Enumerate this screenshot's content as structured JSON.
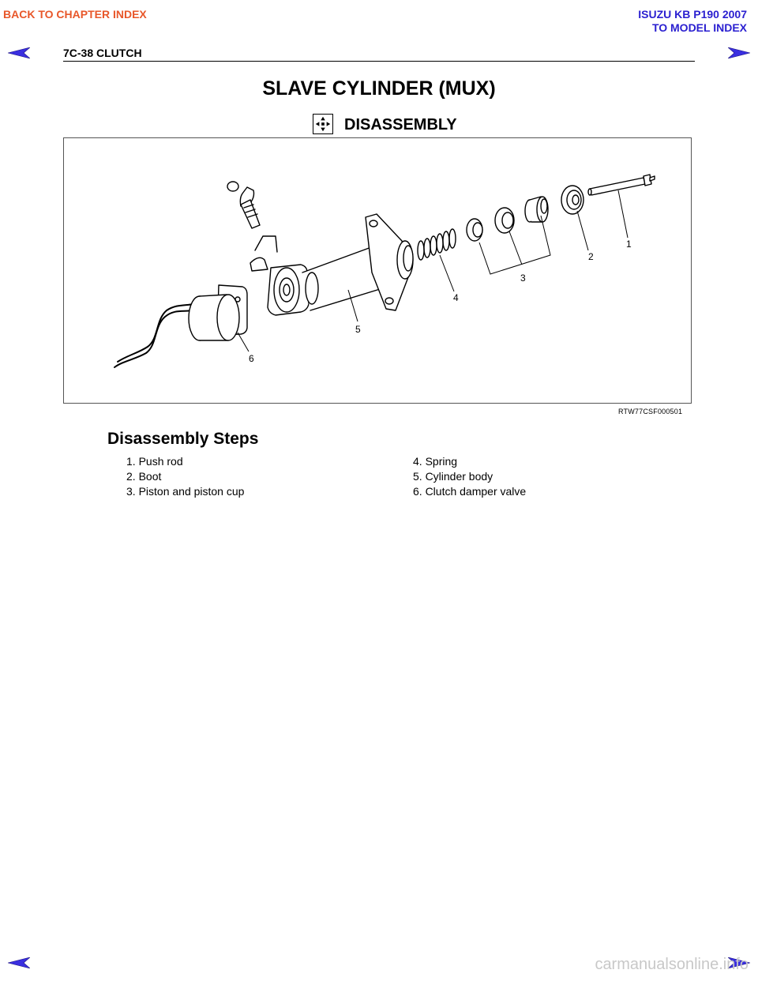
{
  "header": {
    "back_to_chapter": "BACK TO CHAPTER INDEX",
    "model_title": "ISUZU KB P190 2007",
    "to_model_index": "TO MODEL INDEX",
    "section": "7C-38  CLUTCH"
  },
  "title": "SLAVE CYLINDER (MUX)",
  "subheading": {
    "icon": "disassembly-arrows-icon",
    "text": "DISASSEMBLY"
  },
  "figure": {
    "id": "RTW77CSF000501",
    "callouts": [
      "1",
      "2",
      "3",
      "4",
      "5",
      "6"
    ]
  },
  "steps": {
    "heading": "Disassembly Steps",
    "left": [
      "1. Push rod",
      "2. Boot",
      "3. Piston and piston cup"
    ],
    "right": [
      "4. Spring",
      "5. Cylinder body",
      "6. Clutch damper valve"
    ]
  },
  "footer": {
    "watermark": "carmanualsonline.info"
  },
  "colors": {
    "back_link": "#e8572a",
    "model_link": "#2a1fd0",
    "nav_arrow": "#3a2fe0"
  },
  "icons": {
    "prev": "prev-page-arrow-icon",
    "next": "next-page-arrow-icon"
  }
}
